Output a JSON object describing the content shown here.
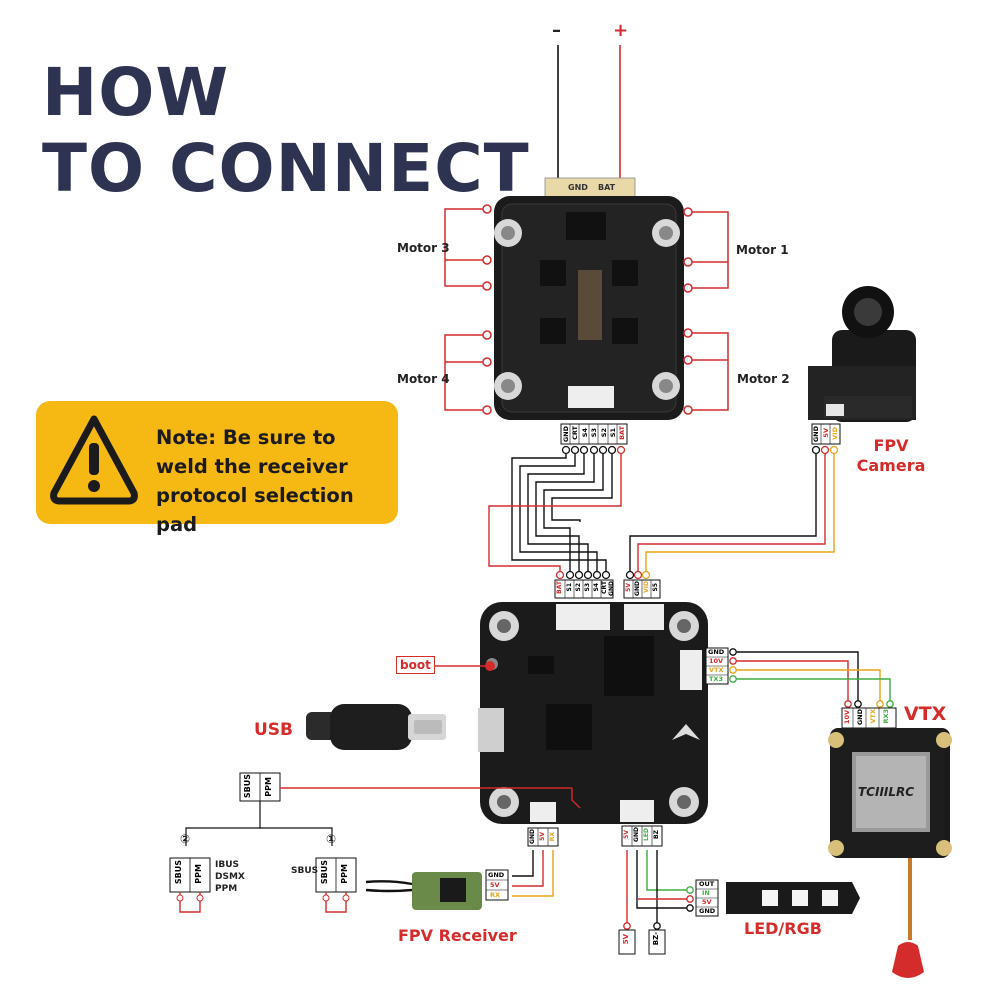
{
  "title": {
    "line1": "HOW",
    "line2": "TO CONNECT"
  },
  "battery": {
    "minus": "–",
    "plus": "+",
    "gnd": "GND",
    "bat": "BAT"
  },
  "note": {
    "text": "Note: Be sure to weld the receiver protocol selection pad",
    "icon": "warning-triangle-icon"
  },
  "esc": {
    "motors": {
      "m1": "Motor 1",
      "m2": "Motor 2",
      "m3": "Motor 3",
      "m4": "Motor 4"
    },
    "pins": [
      "GND",
      "CRT",
      "S4",
      "S3",
      "S2",
      "S1",
      "BAT"
    ]
  },
  "camera": {
    "label": "FPV Camera",
    "pins": [
      "GND",
      "5V",
      "VID"
    ]
  },
  "fc": {
    "esc_pins": [
      "BAT",
      "S1",
      "S2",
      "S3",
      "S4",
      "CRT",
      "GND"
    ],
    "cam_pins": [
      "5V",
      "GND",
      "VID",
      "S5"
    ],
    "vtx_pins": [
      "GND",
      "10V",
      "VTX",
      "TX3"
    ],
    "boot": "boot",
    "usb": "USB",
    "rx_pins": [
      "GND",
      "5V",
      "RX"
    ],
    "led_pins": [
      "5V",
      "GND",
      "LED",
      "BZ"
    ]
  },
  "vtx": {
    "label": "VTX",
    "pins": [
      "10V",
      "GND",
      "VTX",
      "RX3"
    ],
    "brand": "TCIIILRC"
  },
  "receiver": {
    "label": "FPV Receiver",
    "selector_pins": [
      "SBUS",
      "PPM"
    ],
    "option1": {
      "num": "①",
      "protocol": "SBUS"
    },
    "option2": {
      "num": "②",
      "protocols": [
        "IBUS",
        "DSMX",
        "PPM"
      ]
    },
    "pins": [
      "GND",
      "5V",
      "RX"
    ]
  },
  "led": {
    "label": "LED/RGB",
    "pins": [
      "OUT",
      "IN",
      "5V",
      "GND"
    ],
    "buzzer": [
      "5V",
      "BZ-"
    ]
  },
  "colors": {
    "red": "#d42b2b",
    "orange": "#e8a317",
    "green": "#3fae3f",
    "black": "#111111",
    "title": "#2d3350",
    "note": "#f6b812"
  }
}
